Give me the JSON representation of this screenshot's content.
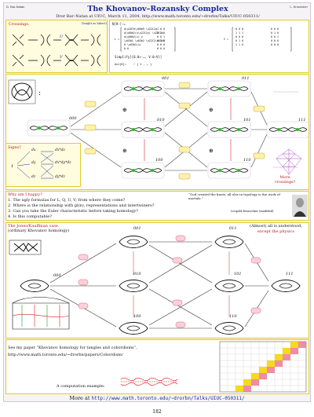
{
  "header": {
    "left_author": "D. Bar-Natan",
    "right_author": "L. Kronecker",
    "title": "The Khovanov–Rozansky Complex",
    "subtitle": "Dror Bar–Natan at UIUC, March 11, 2004, http://www.math.toronto.edu/~drorbn/Talks/UIUC-050311/"
  },
  "crossings": {
    "label": "Crossings.",
    "height_note": "(height as hibert)",
    "u_label": "U",
    "v_label": "V"
  },
  "code_panel": {
    "line1": "N[R−]:=",
    "simplify": "Simplify[{0.0+⋅…, V.0−V}]",
    "line_last": "Out[8]=",
    "line_last2": "− {  V , … }"
  },
  "cube1": {
    "nodes": [
      "000",
      "001",
      "010",
      "100",
      "011",
      "101",
      "110",
      "111"
    ],
    "colon": ":",
    "oplus": "⊕"
  },
  "signs": {
    "label": "Signs?",
    "more_crossings": "More crossings?",
    "formula_lines": [
      "dx",
      "dx*dz",
      "dx*dy*dz",
      "dy",
      "dy*dz",
      "dz"
    ]
  },
  "why": {
    "label": "Why am I happy?",
    "items": [
      "1. The ugly formulas for L, Q, U, V; from where they come?",
      "2. Where is the relationship with gl(n), representations and intertwiners?",
      "3. Can you take the Euler characteristic before taking homology?",
      "4. Is this computable?"
    ],
    "quote": "“God created the knots, all else in topology is the work of mortals.”",
    "quote_author": "Leopold Kronecker (modified)"
  },
  "jones": {
    "label": "The Jones/Kauffman case.",
    "sublabel": "(ordinary Khovanov homology)",
    "almost": "(Almost) all is understood,",
    "except": "except the physics",
    "nodes": [
      "000",
      "001",
      "010",
      "100",
      "011",
      "101",
      "110",
      "111"
    ]
  },
  "paper": {
    "line1": "See my paper “Khovanov homology for tangles and cobordisms”,",
    "line2": "http://www.math.toronto.edu/~drorbn/papers/Cobordism/"
  },
  "computation": {
    "label": "A computation example:"
  },
  "footer": {
    "more_at": "More at",
    "url": "http://www.math.toronto.edu/~drorbn/Talks/UIUC-050311/",
    "page_number": "182"
  }
}
